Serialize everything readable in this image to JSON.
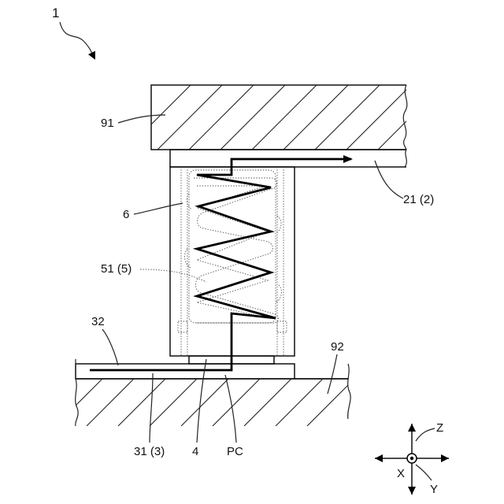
{
  "figure_label": "1",
  "labels": {
    "upper_body": "91",
    "upper_member": "21 (2)",
    "housing": "6",
    "coil": "51 (5)",
    "wire": "32",
    "lower_body": "92",
    "lower_member": "31 (3)",
    "contact_part": "4",
    "current_path": "PC"
  },
  "axes": {
    "z": "Z",
    "x": "X",
    "y": "Y"
  }
}
